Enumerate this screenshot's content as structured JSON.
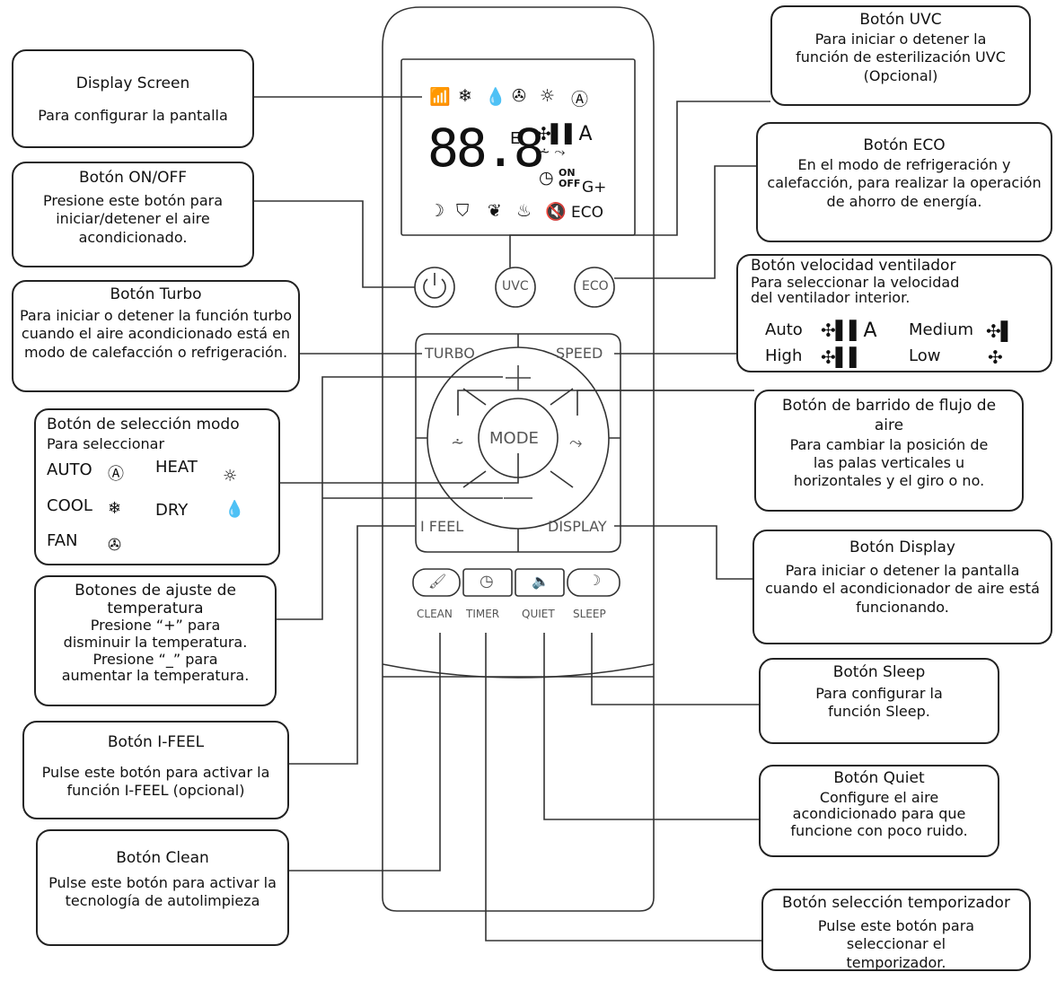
{
  "remote": {
    "lcd": {
      "digits": "88.8",
      "unit": "E",
      "fan_a": "A",
      "timer_on": "ON",
      "timer_off": "OFF",
      "g_plus": "G+",
      "eco": "ECO"
    },
    "buttons": {
      "uvc": "UVC",
      "eco": "ECO",
      "turbo": "TURBO",
      "speed": "SPEED",
      "plus": "+",
      "minus": "—",
      "mode": "MODE",
      "ifeel": "I FEEL",
      "display": "DISPLAY",
      "clean": "CLEAN",
      "timer": "TIMER",
      "quiet": "QUIET",
      "sleep": "SLEEP"
    }
  },
  "callouts": {
    "display_screen": {
      "title": "Display Screen",
      "body": "Para configurar la pantalla"
    },
    "on_off": {
      "title": "Botón ON/OFF",
      "body": "Presione este botón para iniciar/detener el aire acondicionado."
    },
    "turbo": {
      "title": "Botón Turbo",
      "body": "Para iniciar o detener la función turbo cuando el aire acondicionado está en modo de calefacción o refrigeración."
    },
    "mode": {
      "title": "Botón de selección  modo",
      "body": "Para seleccionar",
      "auto": "AUTO",
      "heat": "HEAT",
      "cool": "COOL",
      "dry": "DRY",
      "fan": "FAN"
    },
    "temperature": {
      "title": "Botones de ajuste de temperatura",
      "line1": "Presione “+” para",
      "line2": "disminuir la temperatura.",
      "line3": "Presione “_” para",
      "line4": "aumentar la temperatura."
    },
    "ifeel": {
      "title": "Botón I-FEEL",
      "body": "Pulse este botón para activar la función I-FEEL (opcional)"
    },
    "clean": {
      "title": "Botón Clean",
      "body": "Pulse este botón para activar la tecnología de autolimpieza"
    },
    "uvc": {
      "title": "Botón UVC",
      "body": "Para iniciar o detener la función de esterilización UVC (Opcional)"
    },
    "eco": {
      "title": "Botón ECO",
      "body": "En el modo de refrigeración y calefacción, para realizar la operación de ahorro de energía."
    },
    "speed": {
      "title": "Botón velocidad ventilador",
      "body": "Para seleccionar la velocidad del ventilador interior.",
      "auto": "Auto",
      "medium": "Medium",
      "high": "High",
      "low": "Low",
      "auto_a": "A"
    },
    "swing": {
      "title": "Botón de barrido de flujo de aire",
      "body": "Para cambiar la posición de las palas verticales u horizontales y el giro o no."
    },
    "display": {
      "title": "Botón Display",
      "body": "Para iniciar o detener la pantalla cuando el acondicionador de aire está funcionando."
    },
    "sleep": {
      "title": "Botón Sleep",
      "body": "Para configurar la función Sleep."
    },
    "quiet": {
      "title": "Botón Quiet",
      "body": "Configure el aire acondicionado para que funcione con poco ruido."
    },
    "timer": {
      "title": "Botón selección temporizador",
      "body": "Pulse este botón para seleccionar el temporizador."
    }
  }
}
